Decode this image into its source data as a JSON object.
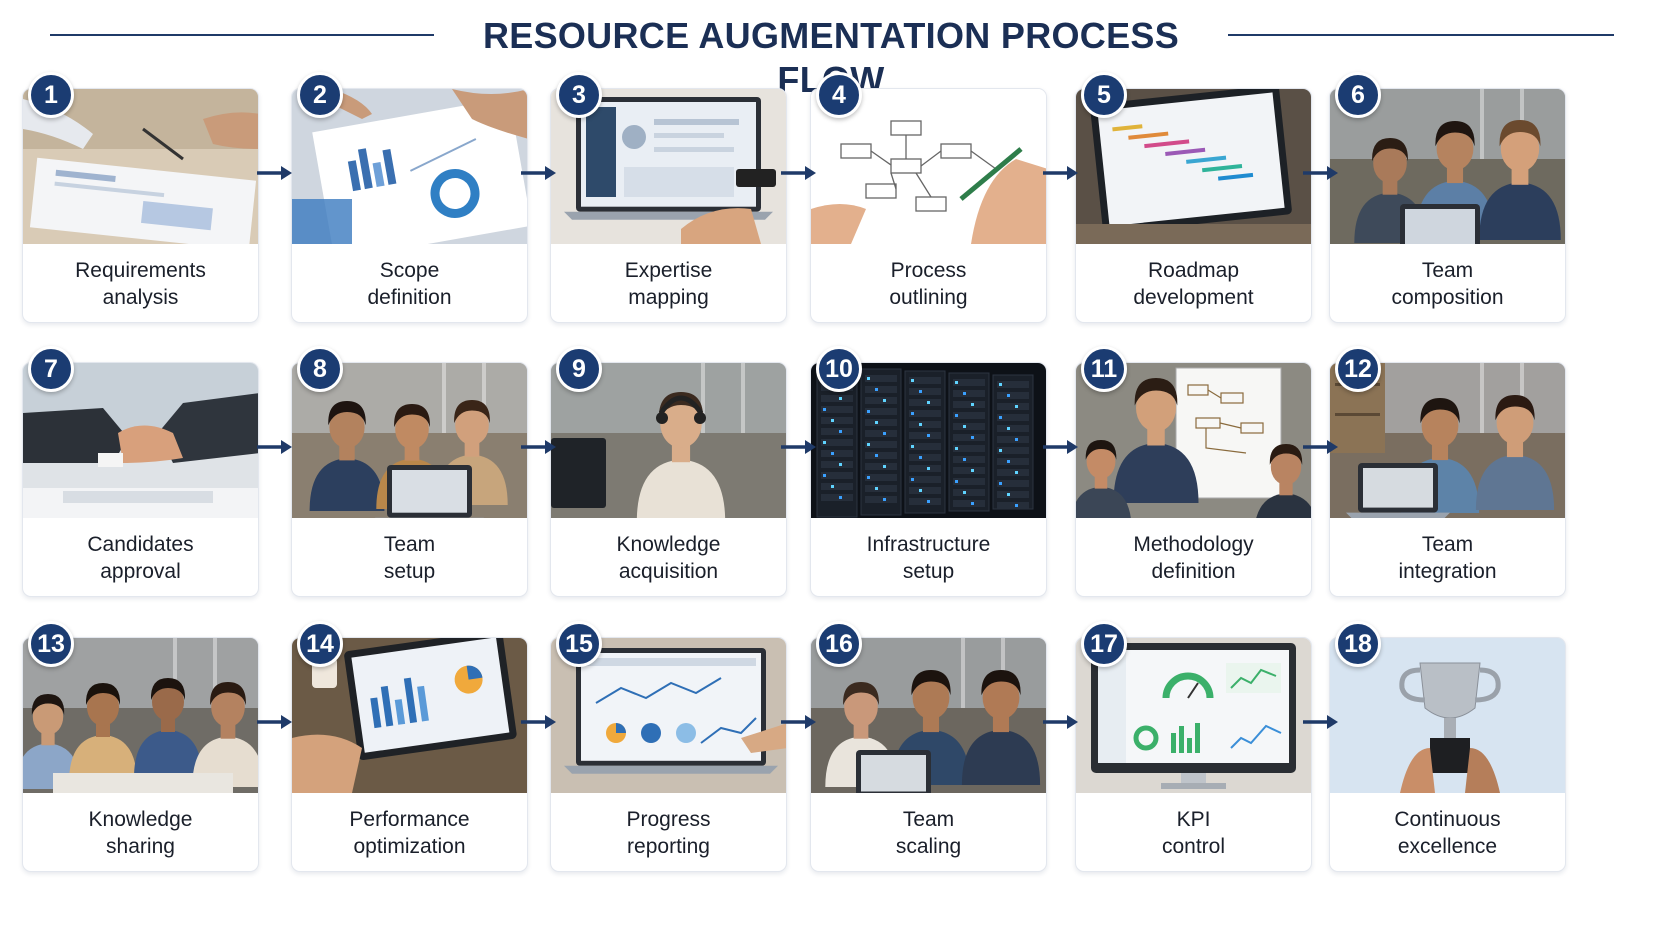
{
  "title": "RESOURCE AUGMENTATION PROCESS FLOW",
  "colors": {
    "primary": "#1b3c72",
    "rule": "#1f3a68",
    "arrow": "#1f3a68",
    "card_border": "#e3e7ee"
  },
  "steps": [
    {
      "number": "1",
      "label_line1": "Requirements",
      "label_line2": "analysis",
      "icon": "documents-icon"
    },
    {
      "number": "2",
      "label_line1": "Scope",
      "label_line2": "definition",
      "icon": "charts-review-icon"
    },
    {
      "number": "3",
      "label_line1": "Expertise",
      "label_line2": "mapping",
      "icon": "laptop-profile-icon"
    },
    {
      "number": "4",
      "label_line1": "Process",
      "label_line2": "outlining",
      "icon": "flowchart-sketch-icon"
    },
    {
      "number": "5",
      "label_line1": "Roadmap",
      "label_line2": "development",
      "icon": "gantt-laptop-icon"
    },
    {
      "number": "6",
      "label_line1": "Team",
      "label_line2": "composition",
      "icon": "team-icon"
    },
    {
      "number": "7",
      "label_line1": "Candidates",
      "label_line2": "approval",
      "icon": "handshake-icon"
    },
    {
      "number": "8",
      "label_line1": "Team",
      "label_line2": "setup",
      "icon": "team-laptop-icon"
    },
    {
      "number": "9",
      "label_line1": "Knowledge",
      "label_line2": "acquisition",
      "icon": "headset-learner-icon"
    },
    {
      "number": "10",
      "label_line1": "Infrastructure",
      "label_line2": "setup",
      "icon": "server-rack-icon"
    },
    {
      "number": "11",
      "label_line1": "Methodology",
      "label_line2": "definition",
      "icon": "whiteboard-presenter-icon"
    },
    {
      "number": "12",
      "label_line1": "Team",
      "label_line2": "integration",
      "icon": "collaboration-icon"
    },
    {
      "number": "13",
      "label_line1": "Knowledge",
      "label_line2": "sharing",
      "icon": "group-discussion-icon"
    },
    {
      "number": "14",
      "label_line1": "Performance",
      "label_line2": "optimization",
      "icon": "analytics-laptop-icon"
    },
    {
      "number": "15",
      "label_line1": "Progress",
      "label_line2": "reporting",
      "icon": "report-dashboard-icon"
    },
    {
      "number": "16",
      "label_line1": "Team",
      "label_line2": "scaling",
      "icon": "team-growth-icon"
    },
    {
      "number": "17",
      "label_line1": "KPI",
      "label_line2": "control",
      "icon": "kpi-monitor-icon"
    },
    {
      "number": "18",
      "label_line1": "Continuous",
      "label_line2": "excellence",
      "icon": "trophy-icon"
    }
  ]
}
